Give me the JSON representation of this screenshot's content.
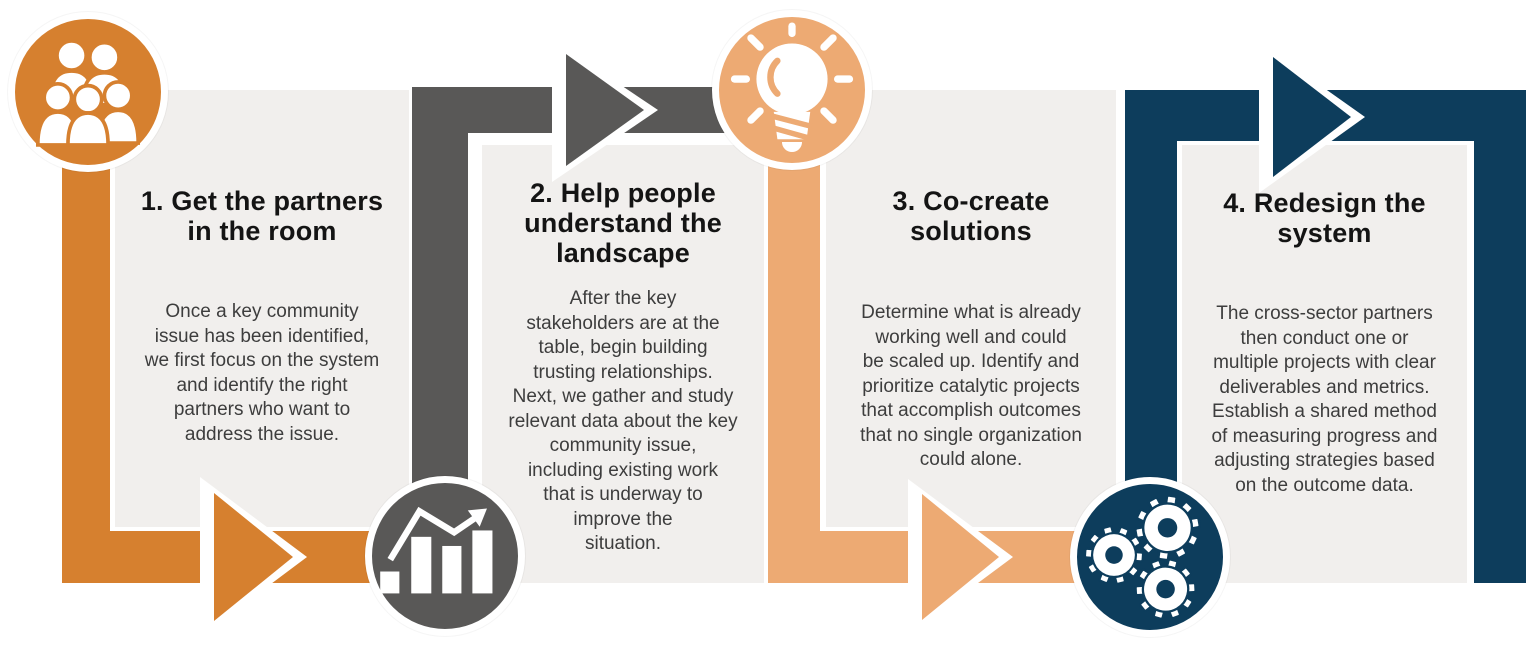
{
  "colors": {
    "background": "#ffffff",
    "panel": "#f1efed",
    "title_text": "#141414",
    "body_text": "#3d3d3d"
  },
  "steps": [
    {
      "title": "1. Get the partners\nin the room",
      "body": "Once a key community\nissue has been identified,\nwe first focus on the system\nand identify the right\npartners who want to\naddress the issue.",
      "color": "#d6802f",
      "icon": "people-group"
    },
    {
      "title": "2. Help people\nunderstand the\nlandscape",
      "body": "After the key\nstakeholders are at the\ntable, begin building\ntrusting relationships.\nNext, we gather and study\nrelevant data about the key\ncommunity issue,\nincluding existing work\nthat is underway to\nimprove the\nsituation.",
      "color": "#595857",
      "icon": "bar-chart-growth"
    },
    {
      "title": "3. Co-create\nsolutions",
      "body": "Determine what is already\nworking well and could\nbe scaled up. Identify and\nprioritize catalytic projects\nthat accomplish outcomes\nthat no single organization\ncould alone.",
      "color": "#edaa73",
      "icon": "lightbulb"
    },
    {
      "title": "4. Redesign the\nsystem",
      "body": "The cross-sector partners\nthen conduct one or\nmultiple projects with clear\ndeliverables and metrics.\nEstablish a shared method\nof measuring progress and\nadjusting strategies based\non the outcome data.",
      "color": "#0d3d5c",
      "icon": "gears"
    }
  ]
}
